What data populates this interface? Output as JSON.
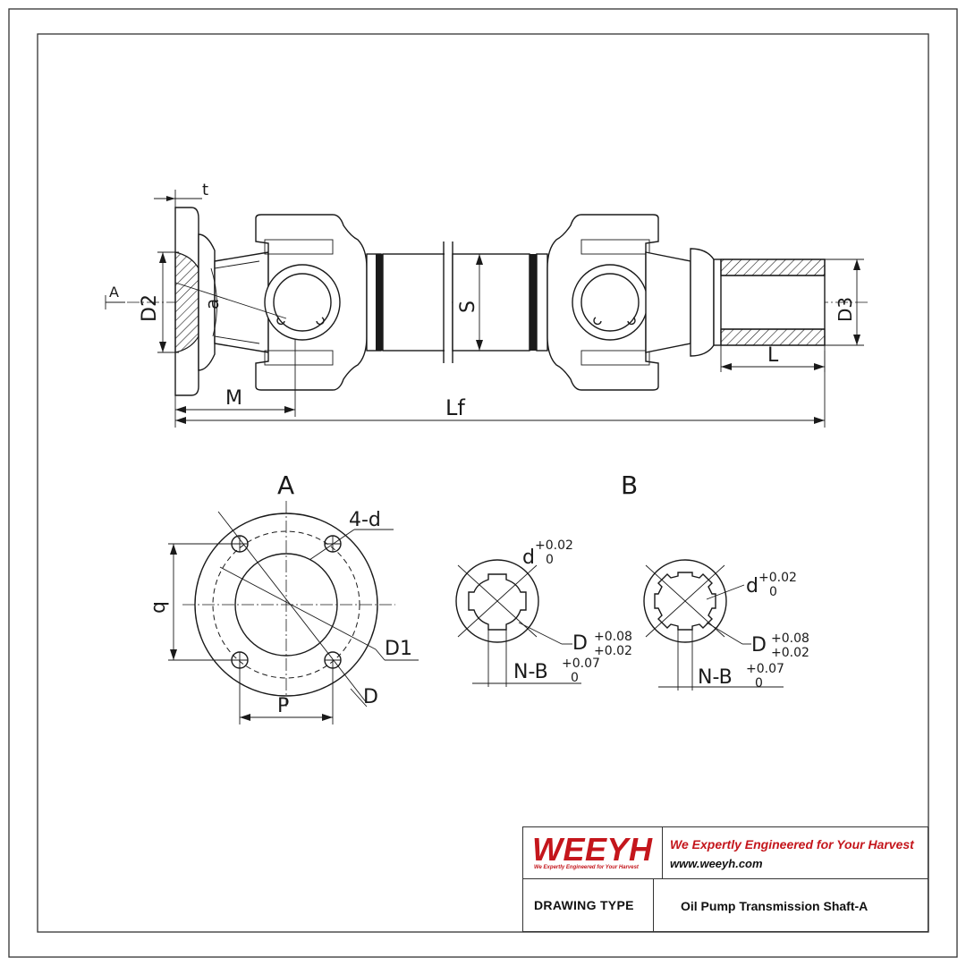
{
  "colors": {
    "brand_red": "#c4161c",
    "line": "#1a1a1a"
  },
  "side_view": {
    "label_t": "t",
    "label_A_marker": "A",
    "label_D2": "D2",
    "label_a": "a",
    "label_S": "S",
    "label_D3": "D3",
    "label_L": "L",
    "label_M": "M",
    "label_Lf": "Lf"
  },
  "view_A": {
    "title": "A",
    "label_holes": "4-d",
    "label_q": "q",
    "label_D1": "D1",
    "label_D": "D",
    "label_P": "P"
  },
  "view_B": {
    "title": "B",
    "left": {
      "d_main": "d",
      "d_upper": "+0.02",
      "d_lower": "0",
      "D_main": "D",
      "D_upper": "+0.08",
      "D_lower": "+0.02",
      "NB_main": "N-B",
      "NB_upper": "+0.07",
      "NB_lower": "0"
    },
    "right": {
      "d_main": "d",
      "d_upper": "+0.02",
      "d_lower": "0",
      "D_main": "D",
      "D_upper": "+0.08",
      "D_lower": "+0.02",
      "NB_main": "N-B",
      "NB_upper": "+0.07",
      "NB_lower": "0"
    }
  },
  "title_block": {
    "logo_text": "WEEYH",
    "logo_subtext": "We Expertly Engineered for Your Harvest",
    "slogan": "We Expertly Engineered for Your Harvest",
    "website": "www.weeyh.com",
    "drawing_type_label": "DRAWING TYPE",
    "drawing_name": "Oil Pump Transmission Shaft-A"
  }
}
